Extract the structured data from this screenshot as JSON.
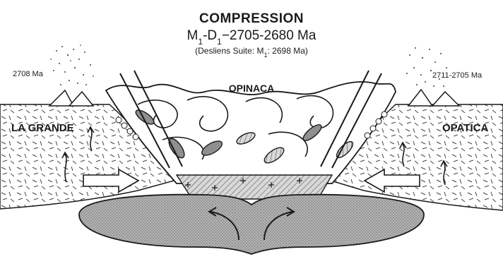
{
  "title": "COMPRESSION",
  "subtitle": {
    "m": "M",
    "m_sub": "1",
    "d": "-D",
    "d_sub": "1",
    "range": "−2705-2680 Ma"
  },
  "note": {
    "prefix": "(Desliens Suite: M",
    "sub": "1",
    "suffix": ": 2698 Ma)"
  },
  "ages": {
    "left": "2708 Ma",
    "right": "2711-2705 Ma"
  },
  "regions": {
    "left": "LA GRANDE",
    "center": "OPINACA",
    "right": "OPATICA"
  },
  "colors": {
    "ink": "#1a1a1a",
    "pluton": "#a9a9a9",
    "lens": "#8f8f8f",
    "paper": "#ffffff"
  }
}
